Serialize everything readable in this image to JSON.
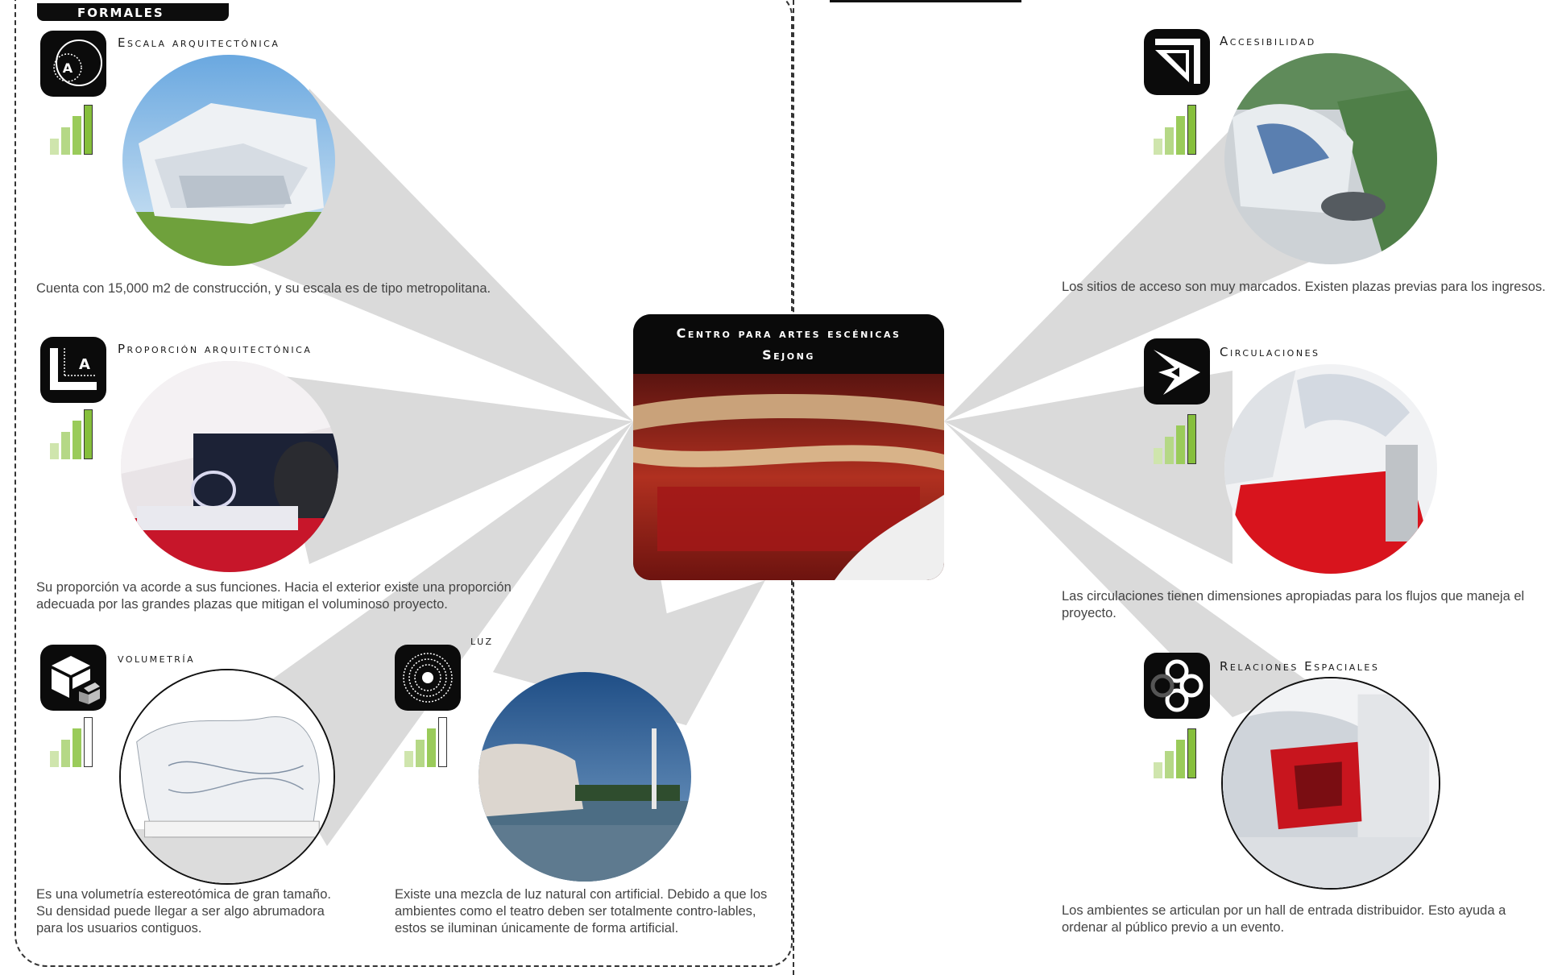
{
  "left_panel": {
    "tag": "FORMALES",
    "items": [
      {
        "title": "Escala arquitectónica",
        "icon": "scale-A-circle-icon",
        "rating": 4,
        "description": "Cuenta con 15,000 m2 de construcción, y su escala es de tipo metropolitana."
      },
      {
        "title": "Proporción arquitectónica",
        "icon": "proportion-L-A-icon",
        "rating": 4,
        "description": "Su proporción va acorde a sus funciones. Hacia el exterior existe una proporción adecuada por las grandes plazas que mitigan el voluminoso proyecto."
      },
      {
        "title": "volumetría",
        "icon": "cube-volume-icon",
        "rating": 3,
        "description": "Es una volumetría estereotómica de gran tamaño. Su densidad puede llegar a ser algo abrumadora para los usuarios contiguos."
      },
      {
        "title": "luz",
        "icon": "light-rings-icon",
        "rating": 3,
        "description": "Existe una mezcla de luz natural con artificial. Debido a que los ambientes como el teatro deben ser totalmente contro-lables, estos se iluminan únicamente de forma artificial."
      }
    ]
  },
  "center": {
    "title_line1": "Centro para artes escénicas",
    "title_line2": "Sejong"
  },
  "right_panel": {
    "items": [
      {
        "title": "Accesibilidad",
        "icon": "access-arrow-icon",
        "rating": 4,
        "description": "Los sitios de acceso son muy marcados. Existen plazas previas para los ingresos."
      },
      {
        "title": "Circulaciones",
        "icon": "circulation-chevron-icon",
        "rating": 4,
        "description": "Las circulaciones tienen dimensiones apropiadas para los flujos que maneja el proyecto."
      },
      {
        "title": "Relaciones Espaciales",
        "icon": "spatial-circles-icon",
        "rating": 4,
        "description": "Los ambientes se articulan por un hall de entrada distribuidor. Esto ayuda a ordenar al público previo a un evento."
      }
    ]
  },
  "colors": {
    "rating_fill": "#8fbf47",
    "rating_light": "#c9e2a6",
    "ray": "#d9d9d9",
    "frame": "#333333"
  }
}
